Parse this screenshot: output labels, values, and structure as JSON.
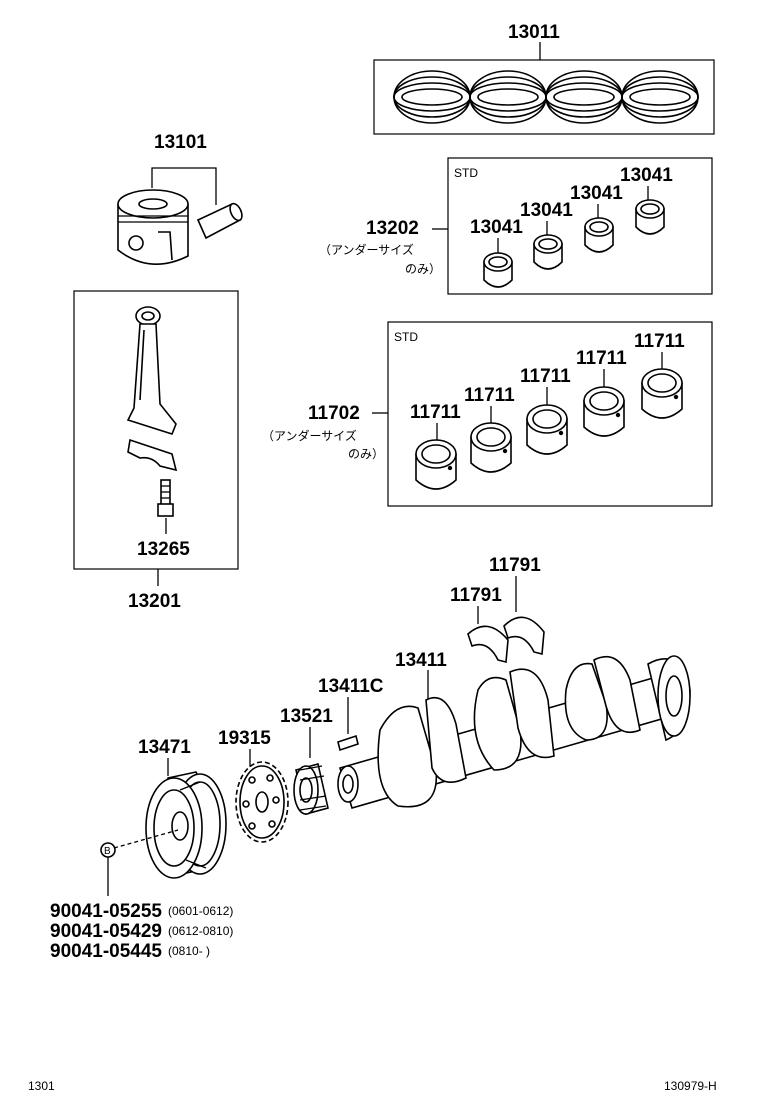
{
  "labels": {
    "ring_set": "13011",
    "piston": "13101",
    "conrod_bearing": "13202",
    "conrod_bearing_note_1": "（アンダーサイズ",
    "conrod_bearing_note_2": "のみ）",
    "conrod_bearing_std": "STD",
    "conrod_bearing_sizes": [
      "13041",
      "13041",
      "13041",
      "13041"
    ],
    "main_bearing": "11702",
    "main_bearing_note_1": "（アンダーサイズ",
    "main_bearing_note_2": "のみ）",
    "main_bearing_std": "STD",
    "main_bearing_sizes": [
      "11711",
      "11711",
      "11711",
      "11711",
      "11711"
    ],
    "conrod_bolt": "13265",
    "conrod_assy": "13201",
    "thrust_washer_upper": "11791",
    "thrust_washer_lower": "11791",
    "crankshaft": "13411",
    "crank_key": "13411C",
    "crank_gear": "13521",
    "crank_sprocket": "19315",
    "crank_pulley": "13471",
    "bolt_marker": "B"
  },
  "bolts": [
    {
      "part": "90041-05255",
      "range": "(0601-0612)"
    },
    {
      "part": "90041-05429",
      "range": "(0612-0810)"
    },
    {
      "part": "90041-05445",
      "range": "(0810-      )"
    }
  ],
  "footer": {
    "left": "1301",
    "right": "130979-H"
  }
}
